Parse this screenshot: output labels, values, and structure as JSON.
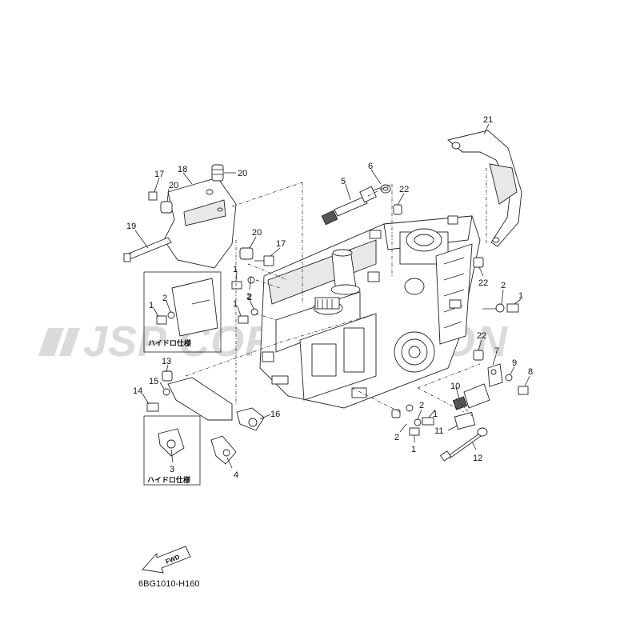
{
  "diagram": {
    "code": "6BG1010-H160",
    "fwd_label": "FWD",
    "watermark": "JSP CORPORATION",
    "note_text": "ハイドロ仕様",
    "callouts": [
      "1",
      "2",
      "3",
      "4",
      "5",
      "6",
      "7",
      "8",
      "9",
      "10",
      "11",
      "12",
      "13",
      "14",
      "15",
      "16",
      "17",
      "18",
      "19",
      "20",
      "21",
      "22"
    ]
  }
}
